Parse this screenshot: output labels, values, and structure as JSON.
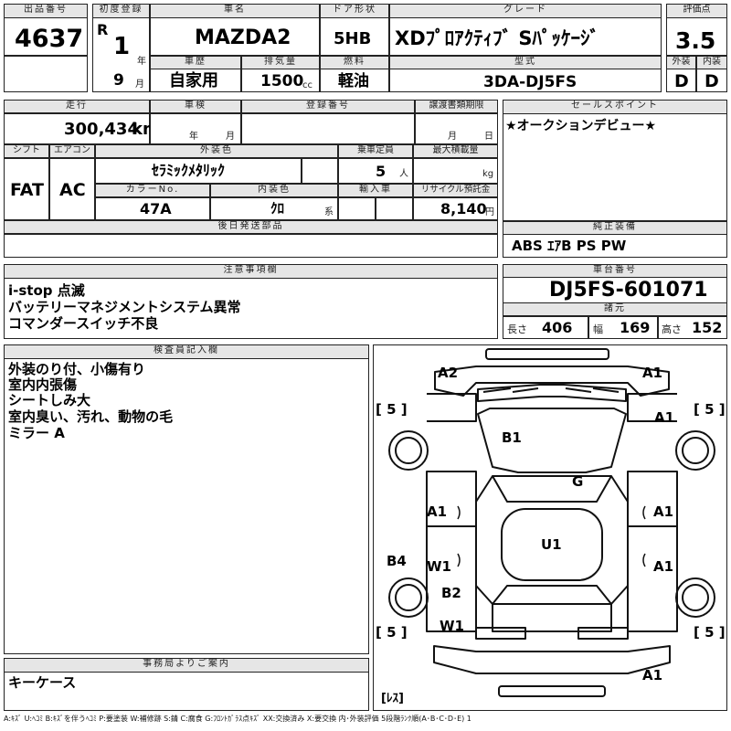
{
  "header": {
    "lot_no_label": "出品番号",
    "lot_no": "4637",
    "first_reg_label": "初度登録",
    "era": "R",
    "reg_year": "1",
    "year_unit": "年",
    "reg_month": "9",
    "month_unit": "月",
    "car_name_label": "車名",
    "car_name": "MAZDA2",
    "door_label": "ドア形状",
    "door": "5HB",
    "grade_label": "グレード",
    "grade": "XDﾌﾟﾛｱｸﾃｨﾌﾞ Sﾊﾟｯｹｰｼﾞ",
    "score_label": "評価点",
    "score": "3.5",
    "history_label": "車歴",
    "history": "自家用",
    "displacement_label": "排気量",
    "displacement": "1500",
    "displacement_unit": "cc",
    "fuel_label": "燃料",
    "fuel": "軽油",
    "model_label": "型式",
    "model": "3DA-DJ5FS",
    "exterior_label": "外装",
    "exterior": "D",
    "interior_label": "内装",
    "interior": "D"
  },
  "details": {
    "mileage_label": "走行",
    "mileage": "300,434",
    "mileage_unit": "km",
    "inspection_label": "車検",
    "inspection_year_unit": "年",
    "inspection_month_unit": "月",
    "plate_label": "登録番号",
    "transfer_label": "譲渡書類期限",
    "transfer_month_unit": "月",
    "transfer_day_unit": "日",
    "shift_label": "シフト",
    "shift": "FAT",
    "ac_label": "エアコン",
    "ac": "AC",
    "color_label": "外装色",
    "color": "ｾﾗﾐｯｸﾒﾀﾘｯｸ",
    "capacity_label": "乗車定員",
    "capacity": "5",
    "capacity_unit": "人",
    "load_label": "最大積載量",
    "load_unit": "kg",
    "color_no_label": "カラーNo.",
    "color_no": "47A",
    "int_color_label": "内装色",
    "int_color": "ｸﾛ",
    "int_color_unit": "系",
    "import_label": "輸入車",
    "recycle_label": "リサイクル預託金",
    "recycle": "8,140",
    "recycle_unit": "円",
    "later_parts_label": "後日発送部品"
  },
  "sales_point": {
    "label": "セールスポイント",
    "text": "★オークションデビュー★"
  },
  "equipment": {
    "label": "純正装備",
    "text": "ABS ｴｱB PS PW"
  },
  "notes": {
    "label": "注意事項欄",
    "lines": [
      "i-stop 点滅",
      "バッテリーマネジメントシステム異常",
      "コマンダースイッチ不良"
    ]
  },
  "chassis": {
    "label": "車台番号",
    "number": "DJ5FS-601071",
    "specs_label": "諸元",
    "length_label": "長さ",
    "length": "406",
    "width_label": "幅",
    "width": "169",
    "height_label": "高さ",
    "height": "152"
  },
  "inspector": {
    "label": "検査員記入欄",
    "lines": [
      "外装のり付、小傷有り",
      "室内内張傷",
      "シートしみ大",
      "室内臭い、汚れ、動物の毛",
      "ミラー A"
    ]
  },
  "office": {
    "label": "事務局よりご案内",
    "text": "キーケース"
  },
  "diagram": {
    "marks": {
      "a2_front_left": "A2",
      "a1_front_right": "A1",
      "a1_right_front_wheel": "A1",
      "b1_hood": "B1",
      "g_windshield": "G",
      "a1_left_front_door": "A1",
      "a1_right_front_door": "A1",
      "u1_roof": "U1",
      "b4_left_side": "B4",
      "w1_left_rear_door": "W1",
      "a1_right_rear_door": "A1",
      "b2_left_rear_fender": "B2",
      "w1_left_rear_wheel": "W1",
      "a1_rear": "A1"
    },
    "tire_tl": "[ 5 ]",
    "tire_tr": "[ 5 ]",
    "tire_bl": "[ 5 ]",
    "tire_br": "[ 5 ]",
    "spare_tire": "[ﾚｽ]"
  },
  "legend": "A:ｷｽﾞ U:ﾍｺﾐ B:ｷｽﾞを伴うﾍｺﾐ P:要塗装 W:補修跡 S:錆 C:腐食 G:ﾌﾛﾝﾄｶﾞﾗｽ点ｷｽﾞ XX:交換済み X:要交換 内･外装評価 5段階ﾗﾝｸ順(A･B･C･D･E) 1"
}
